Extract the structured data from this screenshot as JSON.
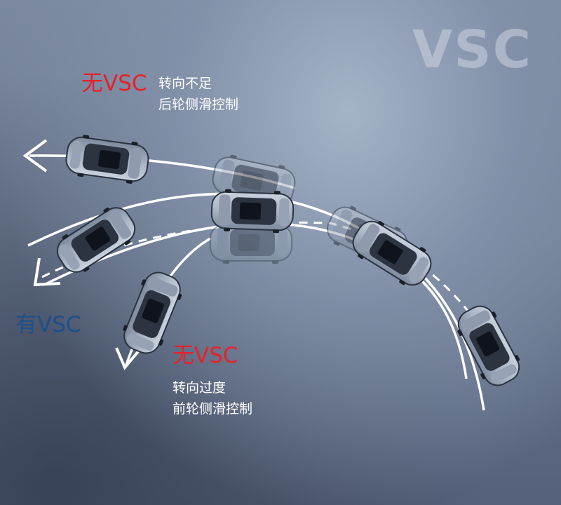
{
  "title": "VSC",
  "understeer": {
    "tag": "无VSC",
    "lines": [
      "转向不足",
      "后轮侧滑控制"
    ]
  },
  "with_vsc": {
    "tag": "有VSC"
  },
  "oversteer": {
    "tag": "无VSC",
    "lines": [
      "转向过度",
      "前轮侧滑控制"
    ]
  },
  "colors": {
    "no_vsc": "#e8202a",
    "with_vsc": "#1d4f8c",
    "lane_line": "#ffffff",
    "title_watermark": "#cdd4e0",
    "car_body": "#b7c2d0"
  },
  "icons": {
    "arrow": "open-chevron-arrow",
    "car": "top-view-sedan"
  }
}
